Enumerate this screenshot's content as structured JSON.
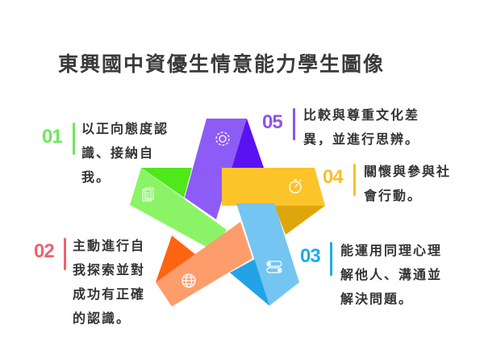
{
  "title": "東興國中資優生情意能力學生圖像",
  "items": [
    {
      "number": "01",
      "color": "#6fe859",
      "lines": [
        "以正向態度認",
        "識、接納自",
        "我。"
      ],
      "icon": "document-icon"
    },
    {
      "number": "02",
      "color": "#f0626a",
      "lines": [
        "主動進行自",
        "我探索並對",
        "成功有正確",
        "的認識。"
      ],
      "icon": "globe-icon"
    },
    {
      "number": "03",
      "color": "#1aaeea",
      "lines": [
        "能運用同理心理",
        "解他人、溝通並",
        "解決問題。"
      ],
      "icon": "toggle-icon"
    },
    {
      "number": "04",
      "color": "#f7c12b",
      "lines": [
        "關懷與參與社",
        "會行動。"
      ],
      "icon": "stopwatch-icon"
    },
    {
      "number": "05",
      "color": "#8b54f0",
      "lines": [
        "比較與尊重文化差",
        "異，並進行思辨。"
      ],
      "icon": "gear-icon"
    }
  ],
  "star_colors": {
    "purple": "#8d5cf6",
    "purple_dark": "#5b12f2",
    "yellow": "#fdc42a",
    "yellow_dark": "#dea60a",
    "blue": "#74c5f2",
    "blue_dark": "#22a3e6",
    "orange": "#fd9d6c",
    "orange_dark": "#fe6412",
    "green": "#8bf466",
    "green_dark": "#4fe81b"
  }
}
